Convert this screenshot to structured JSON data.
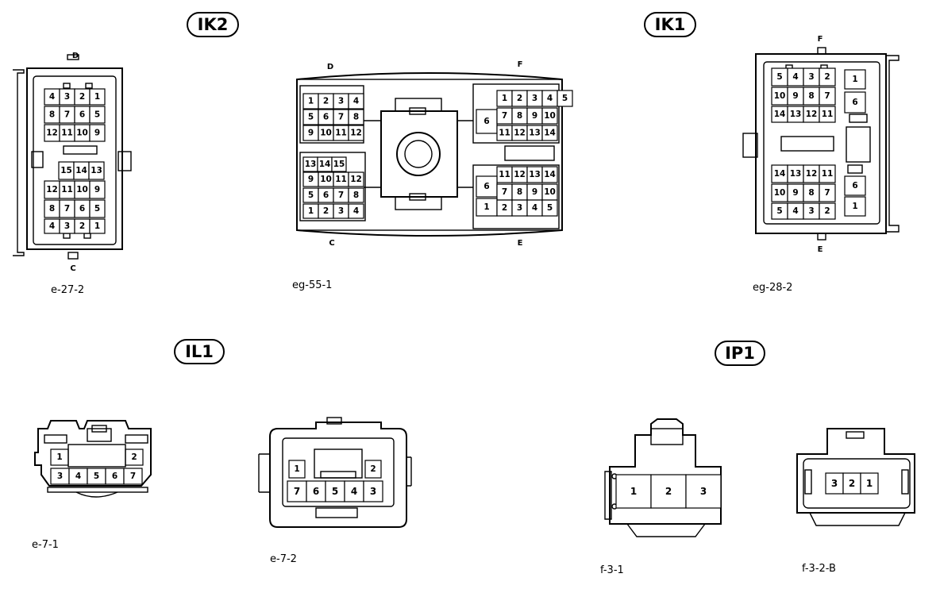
{
  "titles": {
    "ik2": "IK2",
    "ik1": "IK1",
    "il1": "IL1",
    "ip1": "IP1"
  },
  "edges": {
    "d": "D",
    "c": "C",
    "f": "F",
    "e": "E"
  },
  "captions": {
    "e27_2": "e-27-2",
    "eg55_1": "eg-55-1",
    "eg28_2": "eg-28-2",
    "e7_1": "e-7-1",
    "e7_2": "e-7-2",
    "f3_1": "f-3-1",
    "f3_2b": "f-3-2-B"
  },
  "pins": {
    "ik2_left": {
      "d1": [
        "4",
        "3",
        "2",
        "1"
      ],
      "d2": [
        "8",
        "7",
        "6",
        "5"
      ],
      "d3": [
        "12",
        "11",
        "10",
        "9"
      ],
      "c1": [
        "15",
        "14",
        "13"
      ],
      "c2": [
        "12",
        "11",
        "10",
        "9"
      ],
      "c3": [
        "8",
        "7",
        "6",
        "5"
      ],
      "c4": [
        "4",
        "3",
        "2",
        "1"
      ]
    },
    "ik2_mid": {
      "d1": [
        "1",
        "2",
        "3",
        "4"
      ],
      "d2": [
        "5",
        "6",
        "7",
        "8"
      ],
      "d3": [
        "9",
        "10",
        "11",
        "12"
      ],
      "c1": [
        "13",
        "14",
        "15"
      ],
      "c2": [
        "9",
        "10",
        "11",
        "12"
      ],
      "c3": [
        "5",
        "6",
        "7",
        "8"
      ],
      "c4": [
        "1",
        "2",
        "3",
        "4"
      ],
      "f1": [
        "1",
        "2",
        "3",
        "4",
        "5"
      ],
      "f2a": "6",
      "f2": [
        "7",
        "8",
        "9",
        "10"
      ],
      "f3": [
        "11",
        "12",
        "13",
        "14"
      ],
      "e1": [
        "11",
        "12",
        "13",
        "14"
      ],
      "e2a": "6",
      "e2": [
        "7",
        "8",
        "9",
        "10"
      ],
      "e3a": "1",
      "e3": [
        "2",
        "3",
        "4",
        "5"
      ]
    },
    "ik1": {
      "f1": [
        "5",
        "4",
        "3",
        "2"
      ],
      "f1a": "1",
      "f2": [
        "10",
        "9",
        "8",
        "7"
      ],
      "f2a": "6",
      "f3": [
        "14",
        "13",
        "12",
        "11"
      ],
      "e1": [
        "14",
        "13",
        "12",
        "11"
      ],
      "e2": [
        "10",
        "9",
        "8",
        "7"
      ],
      "e2a": "6",
      "e3": [
        "5",
        "4",
        "3",
        "2"
      ],
      "e3a": "1"
    },
    "il1_left": {
      "top_l": "1",
      "top_r": "2",
      "bottom": [
        "3",
        "4",
        "5",
        "6",
        "7"
      ]
    },
    "il1_right": {
      "top_l": "2",
      "top_r": "1",
      "bottom": [
        "7",
        "6",
        "5",
        "4",
        "3"
      ]
    },
    "ip1_left": [
      "1",
      "2",
      "3"
    ],
    "ip1_right": [
      "3",
      "2",
      "1"
    ]
  }
}
